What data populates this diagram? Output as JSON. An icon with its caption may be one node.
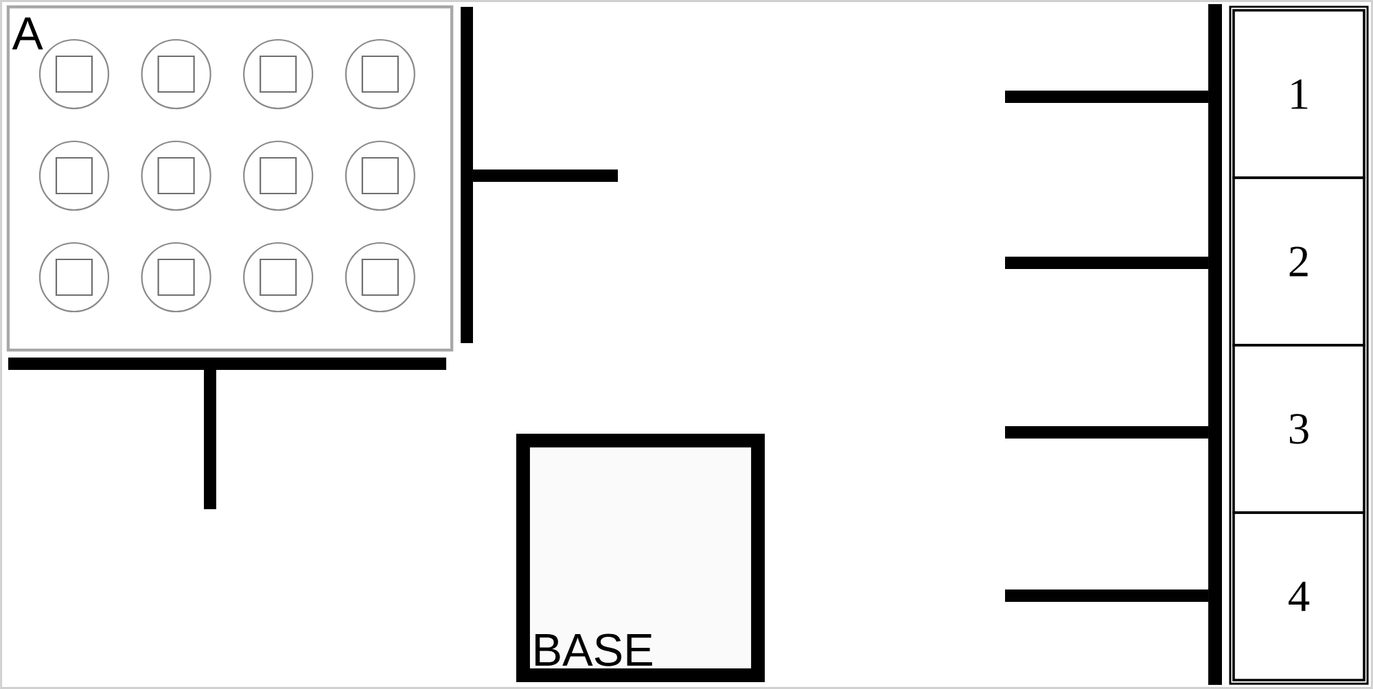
{
  "diagram": {
    "nodes": [
      {
        "text": [
          "A"
        ]
      },
      {
        "text": [
          "BASE"
        ]
      },
      {
        "text": [],
        "shape": "box"
      },
      {
        "text": [
          "1"
        ],
        "in": 2
      },
      {
        "text": [
          "2"
        ],
        "in": 2
      },
      {
        "text": [
          "3"
        ],
        "in": 2
      },
      {
        "text": [
          "4"
        ],
        "in": 2
      }
    ]
  }
}
